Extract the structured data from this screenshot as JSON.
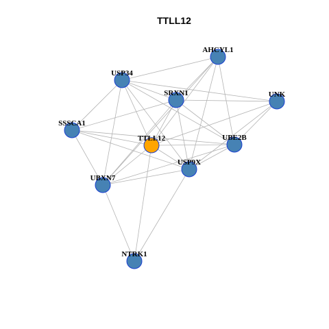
{
  "figure": {
    "title": "TTLL12"
  },
  "colors": {
    "hub_fill": "#ffa500",
    "node_fill": "#4682b4",
    "node_stroke": "#1a3fd0",
    "edge": "#b3b3b3"
  },
  "network": {
    "nodes": [
      {
        "id": "AHCYL1",
        "label": "AHCYL1",
        "hub": false
      },
      {
        "id": "USP34",
        "label": "USP34",
        "hub": false
      },
      {
        "id": "SRXN1",
        "label": "SRXN1",
        "hub": false
      },
      {
        "id": "UNK",
        "label": "UNK",
        "hub": false
      },
      {
        "id": "SSSCA1",
        "label": "SSSCA1",
        "hub": false
      },
      {
        "id": "TTLL12",
        "label": "TTLL12",
        "hub": true
      },
      {
        "id": "UBE2B",
        "label": "UBE2B",
        "hub": false
      },
      {
        "id": "USP9X",
        "label": "USP9X",
        "hub": false
      },
      {
        "id": "UBXN7",
        "label": "UBXN7",
        "hub": false
      },
      {
        "id": "NTRK1",
        "label": "NTRK1",
        "hub": false
      }
    ],
    "edges": [
      [
        "USP34",
        "AHCYL1"
      ],
      [
        "USP34",
        "SRXN1"
      ],
      [
        "USP34",
        "UNK"
      ],
      [
        "USP34",
        "UBE2B"
      ],
      [
        "USP34",
        "TTLL12"
      ],
      [
        "USP34",
        "UBXN7"
      ],
      [
        "USP34",
        "SSSCA1"
      ],
      [
        "USP34",
        "USP9X"
      ],
      [
        "AHCYL1",
        "SRXN1"
      ],
      [
        "AHCYL1",
        "UBE2B"
      ],
      [
        "AHCYL1",
        "USP9X"
      ],
      [
        "AHCYL1",
        "TTLL12"
      ],
      [
        "AHCYL1",
        "UBXN7"
      ],
      [
        "SRXN1",
        "UNK"
      ],
      [
        "SRXN1",
        "UBE2B"
      ],
      [
        "SRXN1",
        "TTLL12"
      ],
      [
        "SRXN1",
        "USP9X"
      ],
      [
        "SRXN1",
        "UBXN7"
      ],
      [
        "SRXN1",
        "SSSCA1"
      ],
      [
        "UNK",
        "UBE2B"
      ],
      [
        "UNK",
        "USP9X"
      ],
      [
        "UNK",
        "TTLL12"
      ],
      [
        "SSSCA1",
        "TTLL12"
      ],
      [
        "SSSCA1",
        "UBE2B"
      ],
      [
        "SSSCA1",
        "USP9X"
      ],
      [
        "SSSCA1",
        "UBXN7"
      ],
      [
        "TTLL12",
        "UBE2B"
      ],
      [
        "TTLL12",
        "USP9X"
      ],
      [
        "TTLL12",
        "UBXN7"
      ],
      [
        "TTLL12",
        "NTRK1"
      ],
      [
        "UBE2B",
        "USP9X"
      ],
      [
        "UBE2B",
        "UBXN7"
      ],
      [
        "USP9X",
        "UBXN7"
      ],
      [
        "USP9X",
        "NTRK1"
      ],
      [
        "UBXN7",
        "NTRK1"
      ]
    ]
  }
}
